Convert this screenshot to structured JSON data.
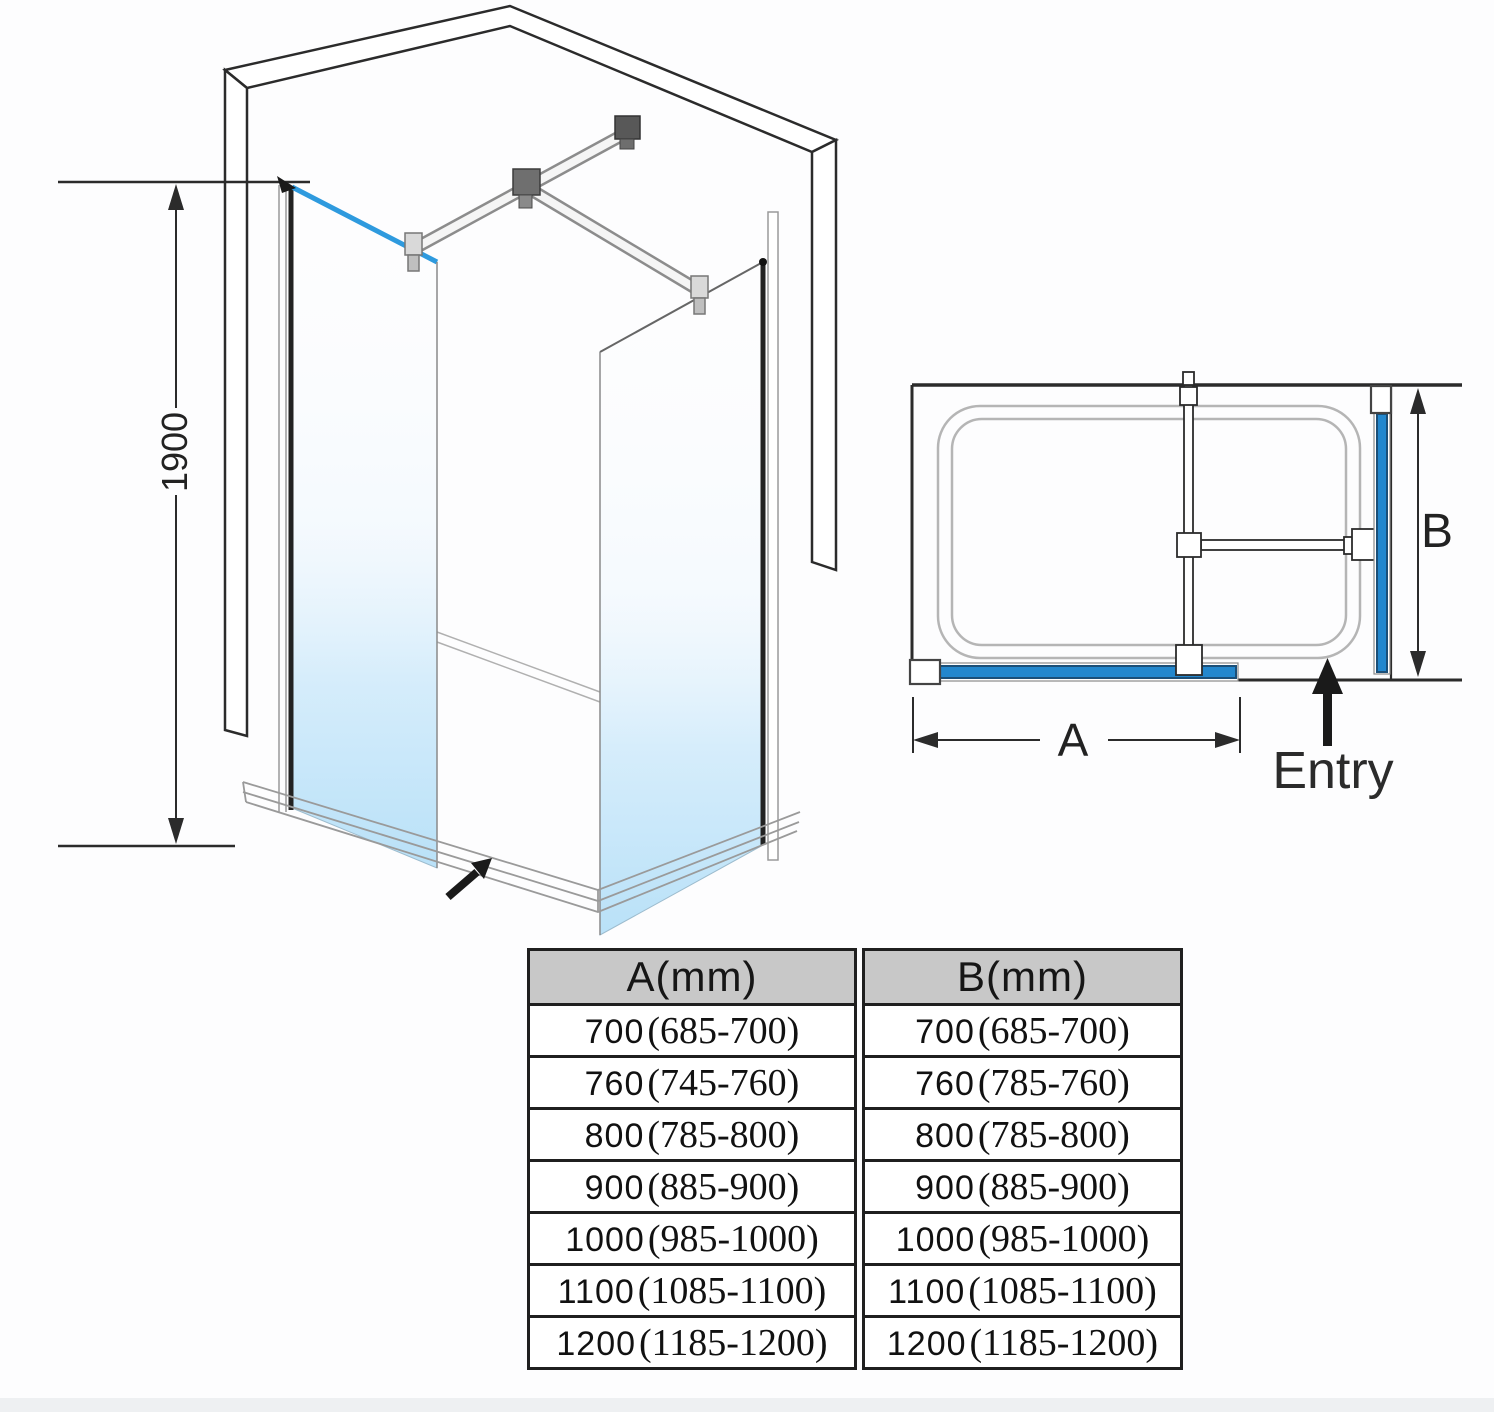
{
  "colors": {
    "accent_blue": "#2387cd",
    "glass_blue_light": "#b9e1f8",
    "glass_edge_blue": "#2e9ade",
    "table_header_bg": "#c8c8c8",
    "line_dark": "#2b2b2b"
  },
  "iso_view": {
    "height_label": "1900"
  },
  "top_view": {
    "width_label": "A",
    "depth_label": "B",
    "entry_label": "Entry"
  },
  "size_table": {
    "columns": [
      "A(mm)",
      "B(mm)"
    ],
    "rows": [
      {
        "a_main": "700",
        "a_range": "(685-700)",
        "b_main": "700",
        "b_range": "(685-700)"
      },
      {
        "a_main": "760",
        "a_range": "(745-760)",
        "b_main": "760",
        "b_range": "(785-760)"
      },
      {
        "a_main": "800",
        "a_range": "(785-800)",
        "b_main": "800",
        "b_range": "(785-800)"
      },
      {
        "a_main": "900",
        "a_range": "(885-900)",
        "b_main": "900",
        "b_range": "(885-900)"
      },
      {
        "a_main": "1000",
        "a_range": "(985-1000)",
        "b_main": "1000",
        "b_range": "(985-1000)"
      },
      {
        "a_main": "1100",
        "a_range": "(1085-1100)",
        "b_main": "1100",
        "b_range": "(1085-1100)"
      },
      {
        "a_main": "1200",
        "a_range": "(1185-1200)",
        "b_main": "1200",
        "b_range": "(1185-1200)"
      }
    ]
  }
}
